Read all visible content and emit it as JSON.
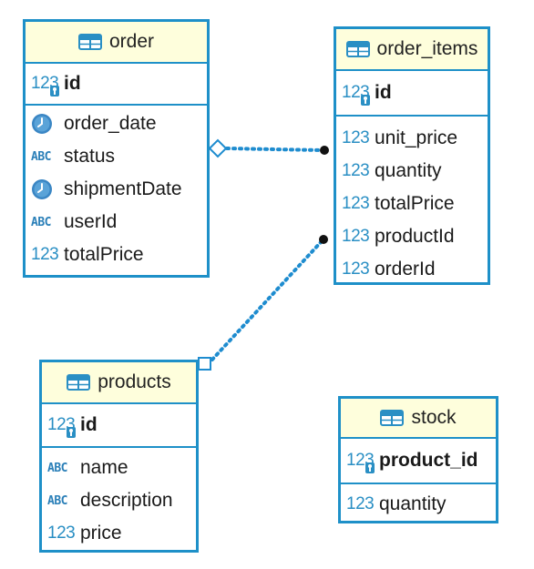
{
  "entities": {
    "order": {
      "title": "order",
      "pk": "id",
      "columns": [
        {
          "name": "order_date",
          "type_icon": "clock-icon"
        },
        {
          "name": "status",
          "type_icon": "abc-icon"
        },
        {
          "name": "shipmentDate",
          "type_icon": "clock-icon"
        },
        {
          "name": "userId",
          "type_icon": "abc-icon"
        },
        {
          "name": "totalPrice",
          "type_icon": "numeric-icon"
        }
      ]
    },
    "order_items": {
      "title": "order_items",
      "pk": "id",
      "columns": [
        {
          "name": "unit_price",
          "type_icon": "numeric-icon"
        },
        {
          "name": "quantity",
          "type_icon": "numeric-icon"
        },
        {
          "name": "totalPrice",
          "type_icon": "numeric-icon"
        },
        {
          "name": "productId",
          "type_icon": "numeric-icon"
        },
        {
          "name": "orderId",
          "type_icon": "numeric-icon"
        }
      ]
    },
    "products": {
      "title": "products",
      "pk": "id",
      "columns": [
        {
          "name": "name",
          "type_icon": "abc-icon"
        },
        {
          "name": "description",
          "type_icon": "abc-icon"
        },
        {
          "name": "price",
          "type_icon": "numeric-icon"
        }
      ]
    },
    "stock": {
      "title": "stock",
      "pk": "product_id",
      "columns": [
        {
          "name": "quantity",
          "type_icon": "numeric-icon"
        }
      ]
    }
  },
  "icon_text": {
    "numeric": "123",
    "string": "ABC"
  },
  "relations": [
    {
      "from": "order_items",
      "to": "order",
      "end_marker": "diamond"
    },
    {
      "from": "order_items",
      "to": "products",
      "end_marker": "square"
    }
  ],
  "colors": {
    "border": "#1e90c8",
    "header_bg": "#fefedc",
    "icon_blue": "#2a8fc4",
    "link": "#1e8ccf"
  }
}
